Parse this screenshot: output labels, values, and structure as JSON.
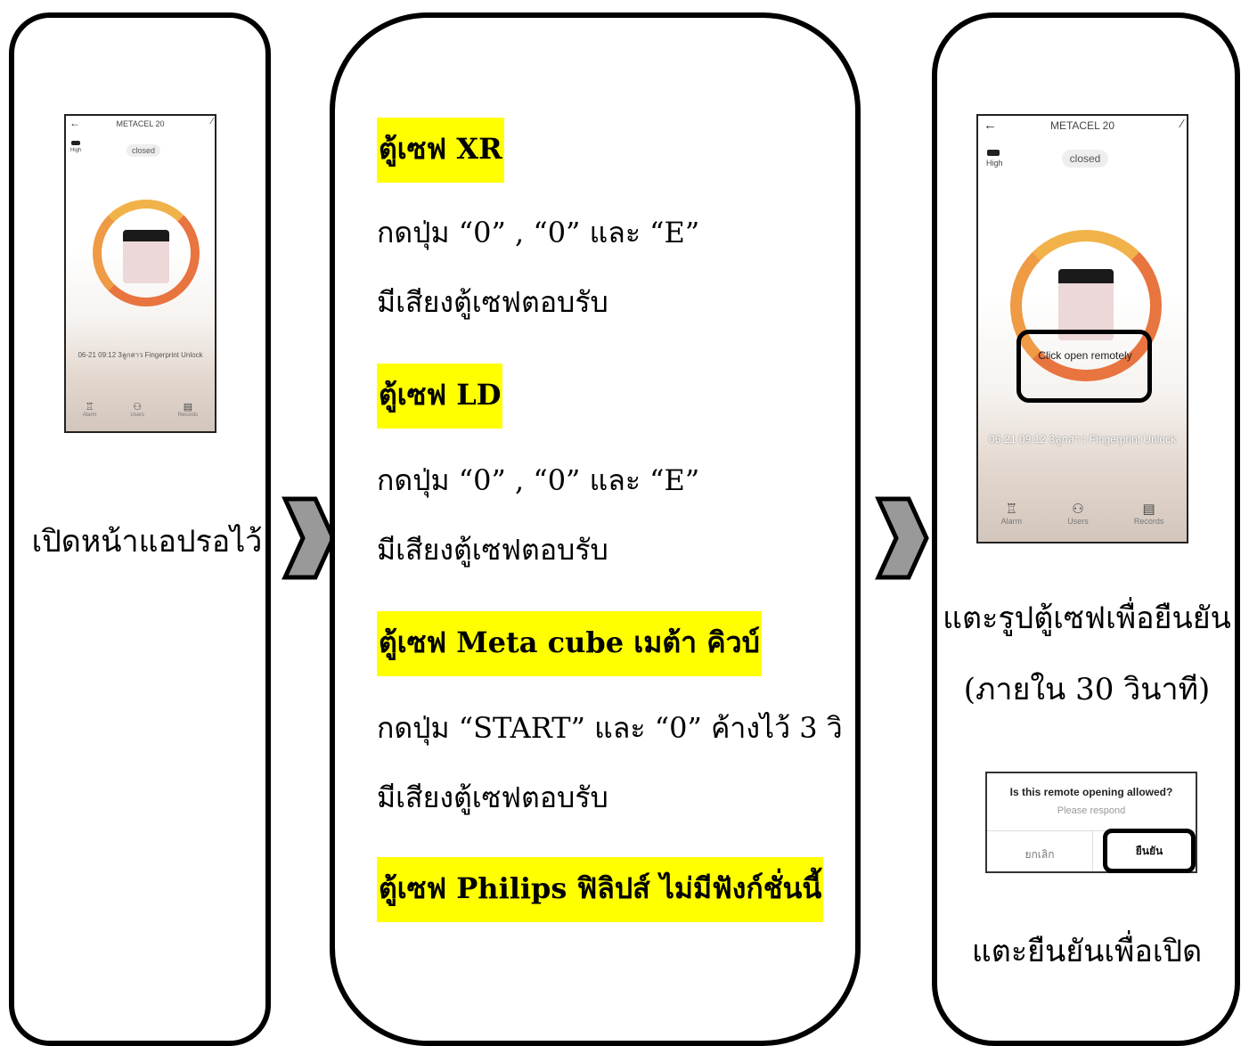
{
  "step1": {
    "caption": "เปิดหน้าแอปรอไว้",
    "phone": {
      "title": "METACEL 20",
      "battery_label": "High",
      "status": "closed",
      "log": "06-21 09:12  3ลูกสาว Fingerprint Unlock",
      "nav": [
        "Alarm",
        "Users",
        "Records"
      ]
    }
  },
  "step2": {
    "sections": [
      {
        "heading": "ตู้เซฟ XR",
        "lines": [
          "กดปุ่ม “0” , “0” และ “E”",
          "มีเสียงตู้เซฟตอบรับ"
        ]
      },
      {
        "heading": "ตู้เซฟ LD",
        "lines": [
          "กดปุ่ม “0” , “0” และ “E”",
          "มีเสียงตู้เซฟตอบรับ"
        ]
      },
      {
        "heading": "ตู้เซฟ Meta cube เมต้า คิวบ์",
        "lines": [
          "กดปุ่ม “START” และ “0” ค้างไว้ 3 วิ",
          "มีเสียงตู้เซฟตอบรับ"
        ]
      },
      {
        "heading": "ตู้เซฟ Philips ฟิลิปส์ ไม่มีฟังก์ชั่นนี้",
        "lines": []
      }
    ]
  },
  "step3": {
    "phone": {
      "title": "METACEL 20",
      "battery_label": "High",
      "status": "closed",
      "remote": "Click open remotely",
      "log": "06-21 09:12  3ลูกสาว Fingerprint Unlock",
      "nav": [
        "Alarm",
        "Users",
        "Records"
      ]
    },
    "caption_1": "แตะรูปตู้เซฟเพื่อยืนยัน",
    "caption_2": "(ภายใน 30 วินาที)",
    "dialog": {
      "question": "Is this remote opening allowed?",
      "subtitle": "Please respond",
      "cancel": "ยกเลิก",
      "confirm": "ยืนยัน"
    },
    "caption_3": "แตะยืนยันเพื่อเปิด"
  },
  "colors": {
    "highlight": "#ffff00",
    "ring_start": "#f2b24a",
    "ring_end": "#e0503a",
    "arrow_fill": "#999999"
  }
}
